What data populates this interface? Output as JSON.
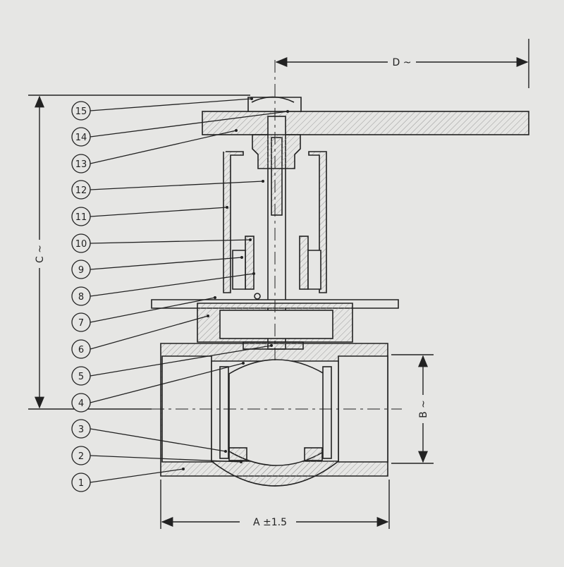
{
  "dimensions": {
    "d_label": "D ~",
    "c_label": "C ~",
    "b_label": "B ~",
    "a_label": "A ±1.5"
  },
  "callouts": [
    "1",
    "2",
    "3",
    "4",
    "5",
    "6",
    "7",
    "8",
    "9",
    "10",
    "11",
    "12",
    "13",
    "14",
    "15"
  ],
  "colors": {
    "paper": "#e6e6e4",
    "ink": "#222222",
    "hatch": "#8a8a8a"
  }
}
